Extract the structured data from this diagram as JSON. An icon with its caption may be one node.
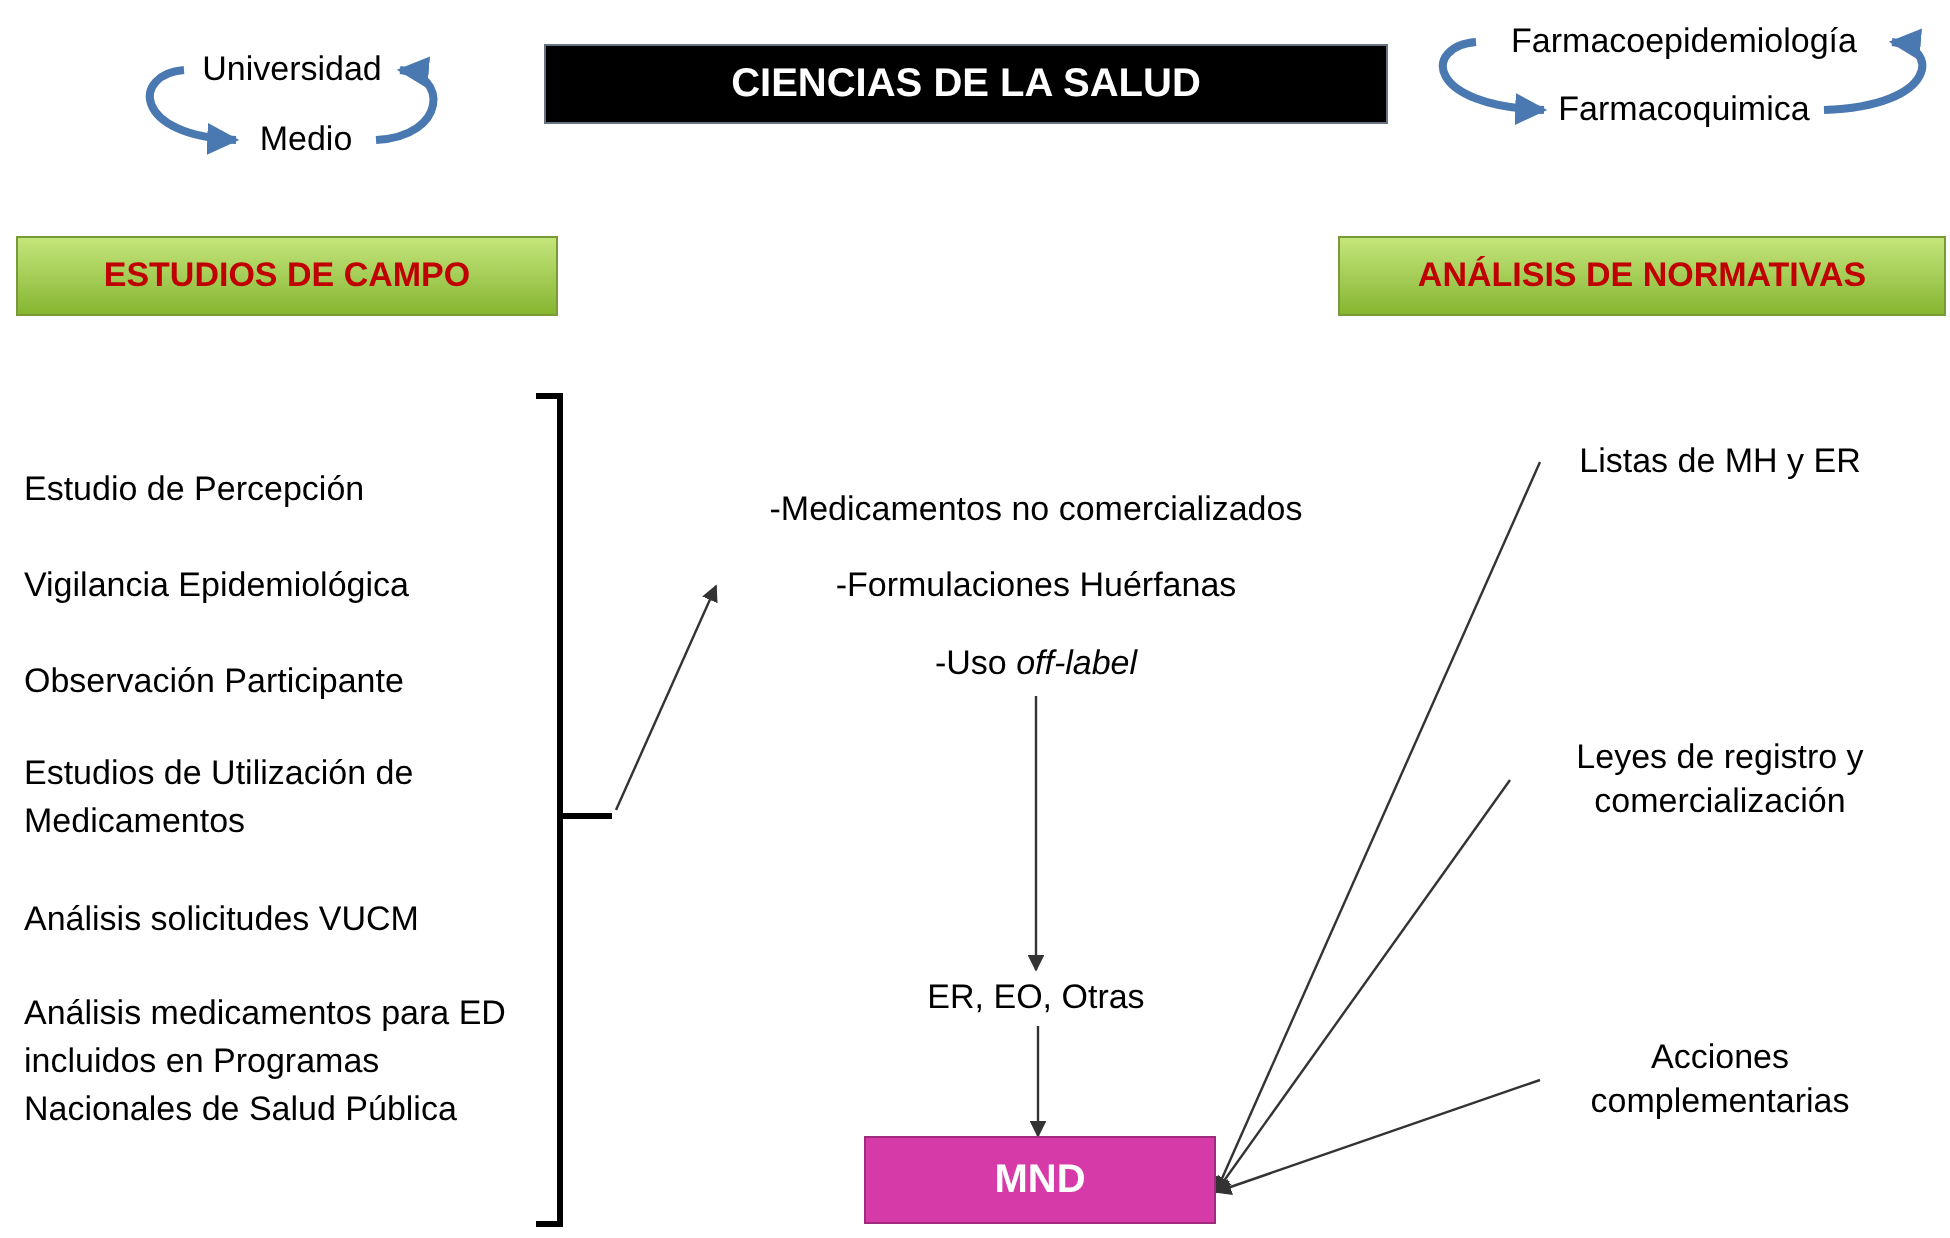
{
  "diagram": {
    "nodes": [
      {
        "text": [
          "Universidad"
        ]
      },
      {
        "text": [
          "Medio"
        ]
      },
      {
        "text": [
          "CIENCIAS DE LA SALUD"
        ]
      },
      {
        "text": [
          "Farmacoepidemiología"
        ]
      },
      {
        "text": [
          "Farmacoquimica"
        ]
      },
      {
        "text": [
          "ESTUDIOS DE CAMPO"
        ]
      },
      {
        "text": [
          "ANÁLISIS DE NORMATIVAS"
        ]
      },
      {
        "text": [
          "Estudio de Percepción",
          "Vigilancia Epidemiológica",
          "Observación Participante",
          "Estudios de Utilización de Medicamentos",
          "Análisis solicitudes VUCM",
          "Análisis medicamentos para ED incluidos en Programas Nacionales de Salud Pública"
        ]
      },
      {
        "text": [
          "-Medicamentos no comercializados",
          "-Formulaciones Huérfanas",
          "-Uso *off-label*"
        ]
      },
      {
        "text": [
          "ER, EO, Otras"
        ]
      },
      {
        "text": [
          "MND"
        ]
      },
      {
        "text": [
          "Listas de MH y ER"
        ]
      },
      {
        "text": [
          "Leyes de registro y comercialización"
        ]
      },
      {
        "text": [
          "Acciones complementarias"
        ]
      }
    ],
    "edges": [
      {
        "from": 0,
        "to": 1,
        "arrow": "to",
        "style": "thick",
        "color": "#4a78b0"
      },
      {
        "from": 1,
        "to": 0,
        "arrow": "to",
        "style": "thick",
        "color": "#4a78b0"
      },
      {
        "from": 3,
        "to": 4,
        "arrow": "to",
        "style": "thick",
        "color": "#4a78b0"
      },
      {
        "from": 4,
        "to": 3,
        "arrow": "to",
        "style": "thick",
        "color": "#4a78b0"
      },
      {
        "from": 7,
        "to": 8,
        "arrow": "to"
      },
      {
        "from": 8,
        "to": 9,
        "arrow": "to"
      },
      {
        "from": 9,
        "to": 10,
        "arrow": "to"
      },
      {
        "from": 11,
        "to": 10,
        "arrow": "to"
      },
      {
        "from": 12,
        "to": 10,
        "arrow": "to"
      },
      {
        "from": 13,
        "to": 10,
        "arrow": "to"
      }
    ]
  }
}
